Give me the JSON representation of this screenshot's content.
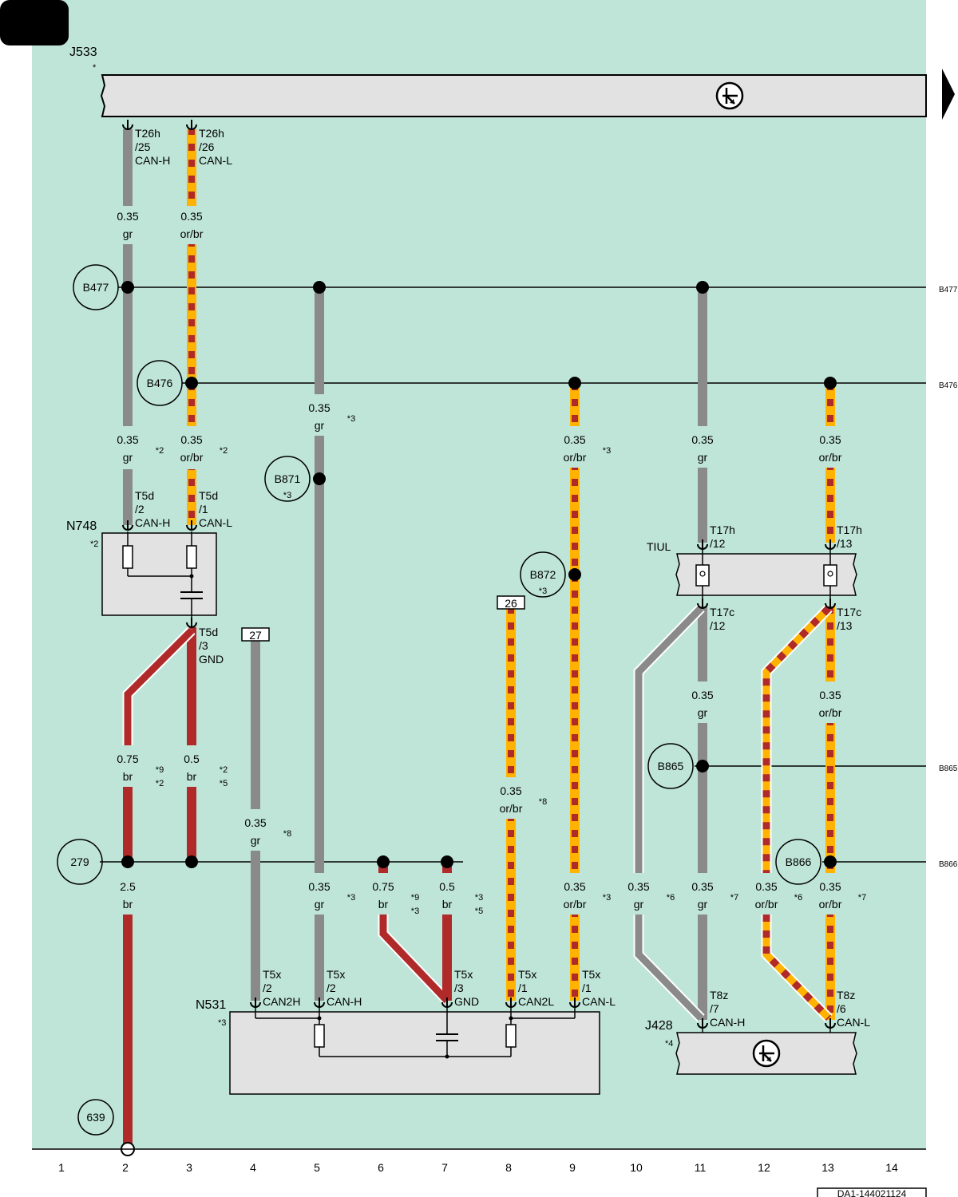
{
  "colors": {
    "background": "#bfe5d9",
    "gray_wire": "#8a8a8a",
    "brown_wire": "#b02a2a",
    "orange_stripe": "#ffb300",
    "component_fill": "#e2e2e2"
  },
  "components": {
    "j533": {
      "name": "J533",
      "note": "*"
    },
    "n748": {
      "name": "N748",
      "note": "*2"
    },
    "n531": {
      "name": "N531",
      "note": "*3"
    },
    "j428": {
      "name": "J428",
      "note": "*4"
    },
    "tiul": {
      "name": "TIUL"
    }
  },
  "pins": {
    "t26h25": {
      "l1": "T26h",
      "l2": "/25",
      "l3": "CAN-H"
    },
    "t26h26": {
      "l1": "T26h",
      "l2": "/26",
      "l3": "CAN-L"
    },
    "t5d2": {
      "l1": "T5d",
      "l2": "/2",
      "l3": "CAN-H"
    },
    "t5d1": {
      "l1": "T5d",
      "l2": "/1",
      "l3": "CAN-L"
    },
    "t5d3": {
      "l1": "T5d",
      "l2": "/3",
      "l3": "GND"
    },
    "t17h12": {
      "l1": "T17h",
      "l2": "/12"
    },
    "t17h13": {
      "l1": "T17h",
      "l2": "/13"
    },
    "t17c12": {
      "l1": "T17c",
      "l2": "/12"
    },
    "t17c13": {
      "l1": "T17c",
      "l2": "/13"
    },
    "t5x2a": {
      "l1": "T5x",
      "l2": "/2",
      "l3": "CAN2H"
    },
    "t5x2b": {
      "l1": "T5x",
      "l2": "/2",
      "l3": "CAN-H"
    },
    "t5x3": {
      "l1": "T5x",
      "l2": "/3",
      "l3": "GND"
    },
    "t5x1a": {
      "l1": "T5x",
      "l2": "/1",
      "l3": "CAN2L"
    },
    "t5x1b": {
      "l1": "T5x",
      "l2": "/1",
      "l3": "CAN-L"
    },
    "t8z7": {
      "l1": "T8z",
      "l2": "/7",
      "l3": "CAN-H"
    },
    "t8z6": {
      "l1": "T8z",
      "l2": "/6",
      "l3": "CAN-L"
    }
  },
  "junctions": {
    "b477": "B477",
    "b476": "B476",
    "b871": "B871",
    "b872": "B872",
    "b865": "B865",
    "b866": "B866",
    "j279": "279",
    "j639": "639"
  },
  "junction_notes": {
    "b871": "*3",
    "b872": "*3"
  },
  "right_labels": {
    "b477": "B477",
    "b476": "B476",
    "b865": "B865",
    "b866": "B866"
  },
  "refs": {
    "r27": "27",
    "r26": "26"
  },
  "wire_labels": [
    {
      "id": "w1",
      "size": "0.35",
      "color": "gr"
    },
    {
      "id": "w2",
      "size": "0.35",
      "color": "or/br"
    },
    {
      "id": "w3",
      "size": "0.35",
      "color": "gr",
      "note": "*2"
    },
    {
      "id": "w4",
      "size": "0.35",
      "color": "or/br",
      "note": "*2"
    },
    {
      "id": "w5",
      "size": "0.35",
      "color": "gr",
      "note": "*3"
    },
    {
      "id": "w6",
      "size": "0.35",
      "color": "or/br",
      "note": "*3"
    },
    {
      "id": "w7",
      "size": "0.35",
      "color": "gr"
    },
    {
      "id": "w8",
      "size": "0.35",
      "color": "or/br"
    },
    {
      "id": "w9",
      "size": "0.75",
      "color": "br",
      "note": "*9",
      "note2": "*2"
    },
    {
      "id": "w10",
      "size": "0.5",
      "color": "br",
      "note": "*2",
      "note2": "*5"
    },
    {
      "id": "w11",
      "size": "0.35",
      "color": "gr",
      "note": "*8"
    },
    {
      "id": "w12",
      "size": "0.35",
      "color": "or/br",
      "note": "*8"
    },
    {
      "id": "w13",
      "size": "0.35",
      "color": "gr"
    },
    {
      "id": "w14",
      "size": "0.35",
      "color": "or/br"
    },
    {
      "id": "w15",
      "size": "2.5",
      "color": "br"
    },
    {
      "id": "w16",
      "size": "0.35",
      "color": "gr",
      "note": "*3"
    },
    {
      "id": "w17",
      "size": "0.75",
      "color": "br",
      "note": "*9",
      "note2": "*3"
    },
    {
      "id": "w18",
      "size": "0.5",
      "color": "br",
      "note": "*3",
      "note2": "*5"
    },
    {
      "id": "w19",
      "size": "0.35",
      "color": "or/br",
      "note": "*3"
    },
    {
      "id": "w20",
      "size": "0.35",
      "color": "gr",
      "note": "*6"
    },
    {
      "id": "w21",
      "size": "0.35",
      "color": "gr",
      "note": "*7"
    },
    {
      "id": "w22",
      "size": "0.35",
      "color": "or/br",
      "note": "*6"
    },
    {
      "id": "w23",
      "size": "0.35",
      "color": "or/br",
      "note": "*7"
    }
  ],
  "grid_numbers": [
    "1",
    "2",
    "3",
    "4",
    "5",
    "6",
    "7",
    "8",
    "9",
    "10",
    "11",
    "12",
    "13",
    "14"
  ],
  "diagram_id": "DA1-144021124"
}
